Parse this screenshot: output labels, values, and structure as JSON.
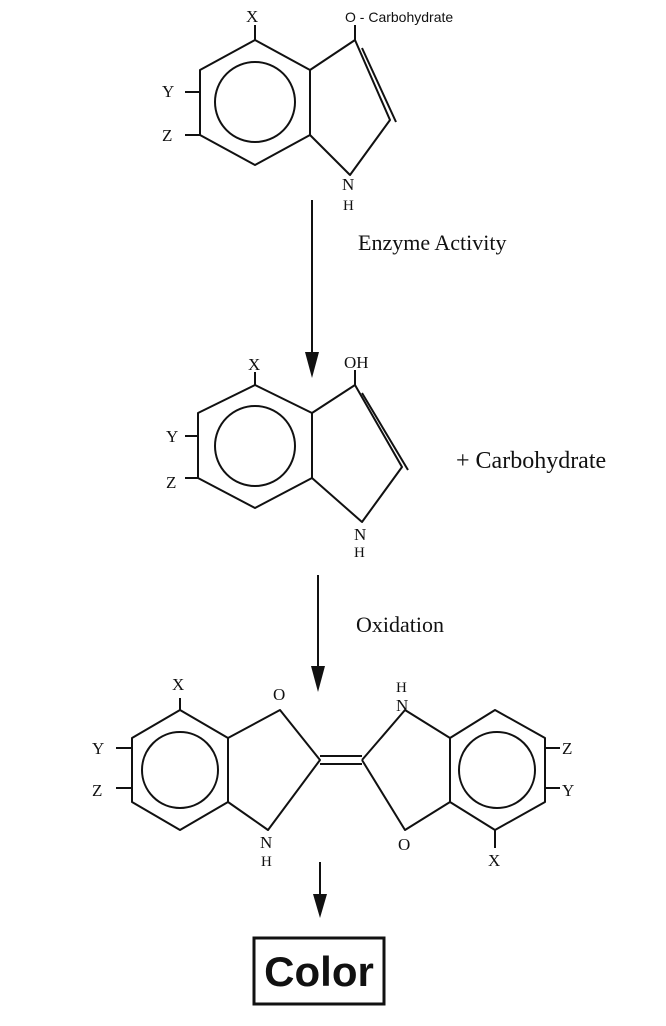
{
  "atoms": {
    "x": "X",
    "y": "Y",
    "z": "Z",
    "o": "O",
    "oh": "OH",
    "n": "N",
    "h": "H"
  },
  "labels": {
    "carbohydrate_substituent": "O - Carbohydrate",
    "enzyme_activity": "Enzyme Activity",
    "carbohydrate_product": "+ Carbohydrate",
    "oxidation": "Oxidation",
    "color": "Color"
  }
}
